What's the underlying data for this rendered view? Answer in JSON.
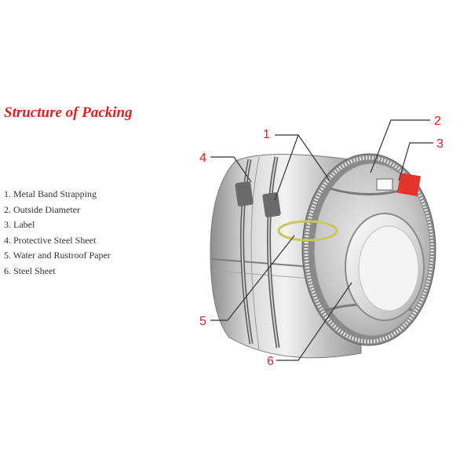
{
  "title": "Structure of Packing",
  "legend": [
    "1. Metal Band Strapping",
    "2. Outside Diameter",
    "3. Label",
    "4. Protective Steel Sheet",
    "5. Water and Rustroof Paper",
    "6. Steel Sheet"
  ],
  "callouts": [
    "1",
    "2",
    "3",
    "4",
    "5",
    "6"
  ],
  "colors": {
    "title": "#e02020",
    "callout": "#e02020",
    "highlight_ellipse": "#c9c85a",
    "label_tag": "#e2342b"
  },
  "icons": [
    "steel-coil-image"
  ]
}
